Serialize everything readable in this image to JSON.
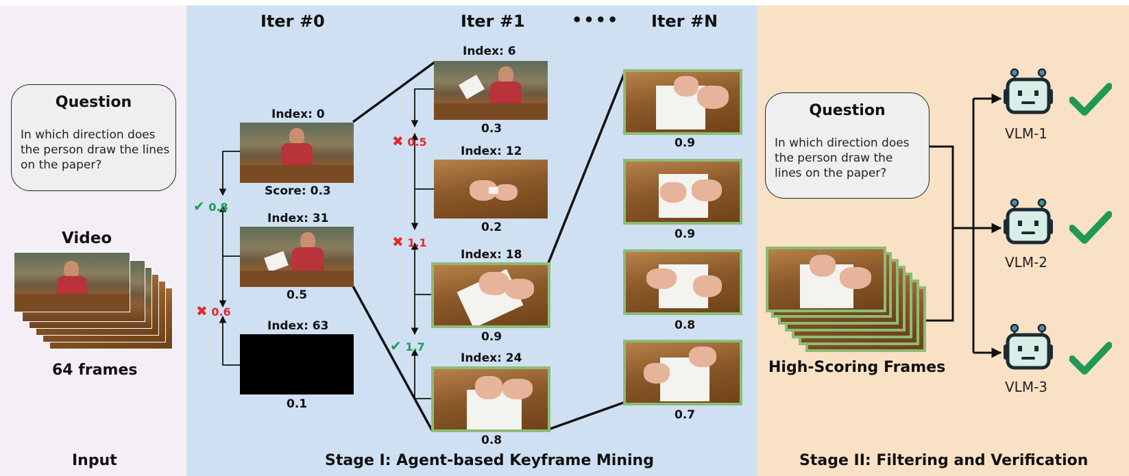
{
  "input": {
    "panel_label": "Input",
    "question": {
      "title": "Question",
      "text": "In which direction does the person draw the lines on the paper?"
    },
    "video_label": "Video",
    "frames_label": "64 frames"
  },
  "stage1": {
    "title": "Stage I: Agent-based Keyframe Mining",
    "iter0": {
      "title": "Iter #0",
      "frames": [
        {
          "index_label": "Index: 0",
          "score_label": "Score: 0.3"
        },
        {
          "index_label": "Index: 31",
          "score_label": "0.5"
        },
        {
          "index_label": "Index: 63",
          "score_label": "0.1"
        }
      ],
      "checks": [
        {
          "symbol": "✔",
          "value": "0.8"
        },
        {
          "symbol": "✖",
          "value": "0.6"
        }
      ]
    },
    "iter1": {
      "title": "Iter #1",
      "frames": [
        {
          "index_label": "Index: 6",
          "score_label": "0.3"
        },
        {
          "index_label": "Index: 12",
          "score_label": "0.2"
        },
        {
          "index_label": "Index: 18",
          "score_label": "0.9"
        },
        {
          "index_label": "Index: 24",
          "score_label": "0.8"
        }
      ],
      "checks": [
        {
          "symbol": "✖",
          "value": "0.5"
        },
        {
          "symbol": "✖",
          "value": "1.1"
        },
        {
          "symbol": "✔",
          "value": "1.7"
        }
      ]
    },
    "ellipsis": "••••",
    "iterN": {
      "title": "Iter #N",
      "scores": [
        "0.9",
        "0.9",
        "0.8",
        "0.7"
      ]
    }
  },
  "stage2": {
    "title": "Stage II: Filtering and Verification",
    "question": {
      "title": "Question",
      "text": "In which direction does the person draw the lines on the paper?"
    },
    "frames_label": "High-Scoring Frames",
    "vlms": [
      {
        "label": "VLM-1",
        "result_icon": "check-icon"
      },
      {
        "label": "VLM-2",
        "result_icon": "check-icon"
      },
      {
        "label": "VLM-3",
        "result_icon": "check-icon"
      }
    ]
  },
  "colors": {
    "input_bg": "#f4eff6",
    "stage1_bg": "#cfe0f2",
    "stage2_bg": "#f9e1c6",
    "frame_border": "#8dbb76",
    "check_green": "#1e9a55",
    "cross_red": "#e8262b",
    "robot_fill": "#d7efe6"
  }
}
